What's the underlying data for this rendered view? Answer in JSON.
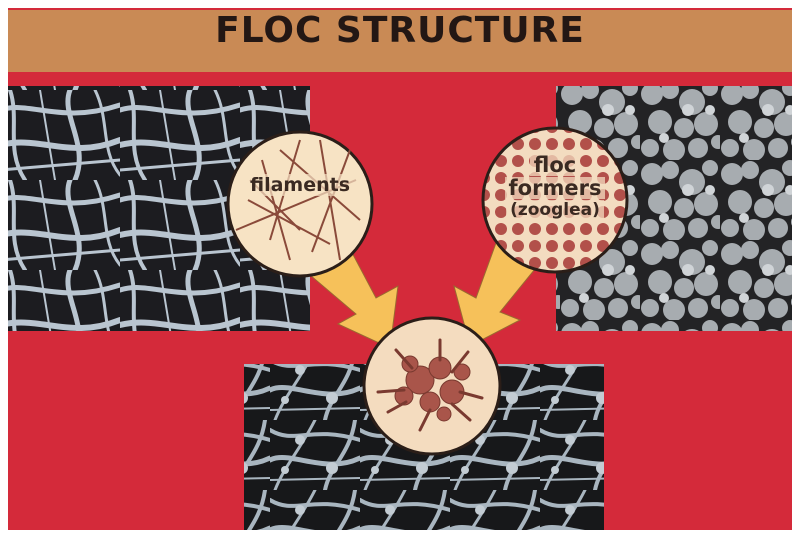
{
  "title": "FLOC STRUCTURE",
  "labels": {
    "filaments": "filaments",
    "floc_formers_line1": "floc",
    "floc_formers_line2": "formers",
    "floc_formers_line3": "(zooglea)"
  },
  "colors": {
    "background_red": "#d42a3a",
    "title_band": "#c98a55",
    "micrograph_dark": "#1a1a1c",
    "micrograph_light": "#b8c4cf",
    "circle_fill": "#f5ddb8",
    "arrow_fill": "#f6c15a",
    "filament_brown": "#8a4a3a",
    "floc_dot": "#b2504a"
  }
}
